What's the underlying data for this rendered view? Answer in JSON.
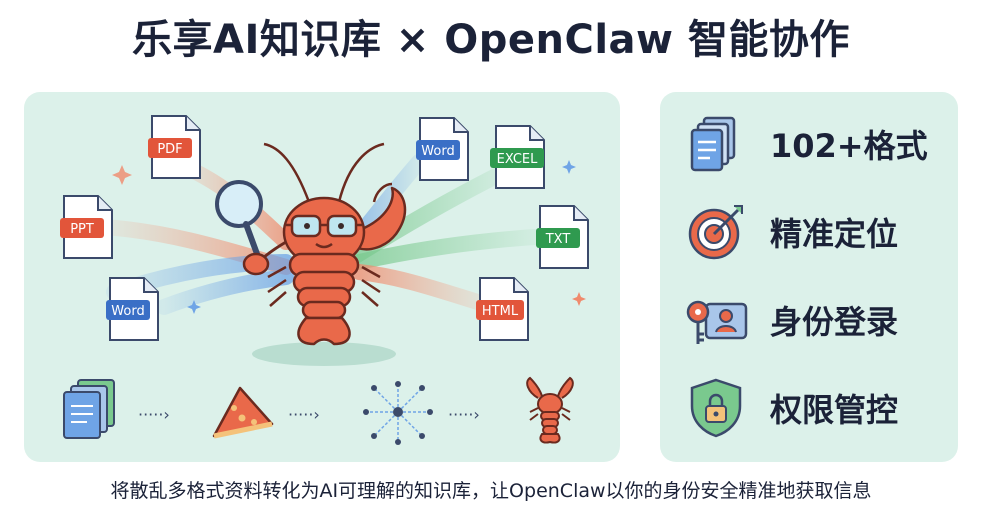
{
  "title": "乐享AI知识库 × OpenClaw 智能协作",
  "subtitle": "将散乱多格式资料转化为AI可理解的知识库，让OpenClaw以你的身份安全精准地获取信息",
  "files": [
    {
      "label": "PDF",
      "color": "#e2553a"
    },
    {
      "label": "PPT",
      "color": "#e2553a"
    },
    {
      "label": "Word",
      "color": "#3a6fc6"
    },
    {
      "label": "Word",
      "color": "#3a6fc6"
    },
    {
      "label": "EXCEL",
      "color": "#2f9a4f"
    },
    {
      "label": "TXT",
      "color": "#2f9a4f"
    },
    {
      "label": "HTML",
      "color": "#e2553a"
    }
  ],
  "pipeline_arrow": "·····›",
  "features": [
    {
      "label": "102+格式",
      "icon": "documents-icon"
    },
    {
      "label": "精准定位",
      "icon": "target-icon"
    },
    {
      "label": "身份登录",
      "icon": "key-id-card-icon"
    },
    {
      "label": "权限管控",
      "icon": "shield-lock-icon"
    }
  ],
  "colors": {
    "panel_bg": "#dcf1ea",
    "lobster": "#e9694a",
    "text": "#1b2238"
  }
}
